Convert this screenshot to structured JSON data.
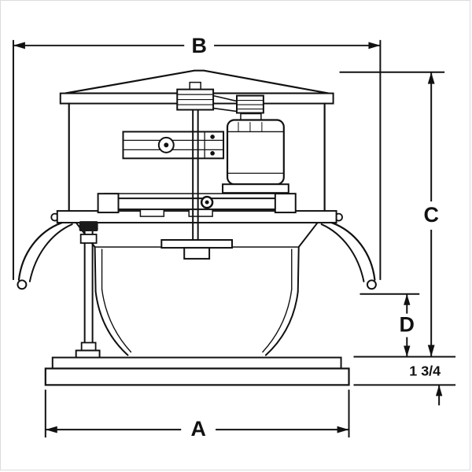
{
  "drawing": {
    "type": "technical-dimension-diagram",
    "subject": "Belt-driven roof exhaust ventilator, side elevation with dimension callouts",
    "background": "#ffffff",
    "line_color": "#111111",
    "dimensions": {
      "overall_width": {
        "label": "B",
        "orientation": "horizontal",
        "position": "top"
      },
      "base_width": {
        "label": "A",
        "orientation": "horizontal",
        "position": "bottom"
      },
      "overall_height": {
        "label": "C",
        "orientation": "vertical",
        "position": "right"
      },
      "lower_height": {
        "label": "D",
        "orientation": "vertical",
        "position": "right-inner"
      },
      "base_thickness": {
        "label": "1 3/4",
        "orientation": "vertical",
        "position": "bottom-right"
      }
    }
  }
}
